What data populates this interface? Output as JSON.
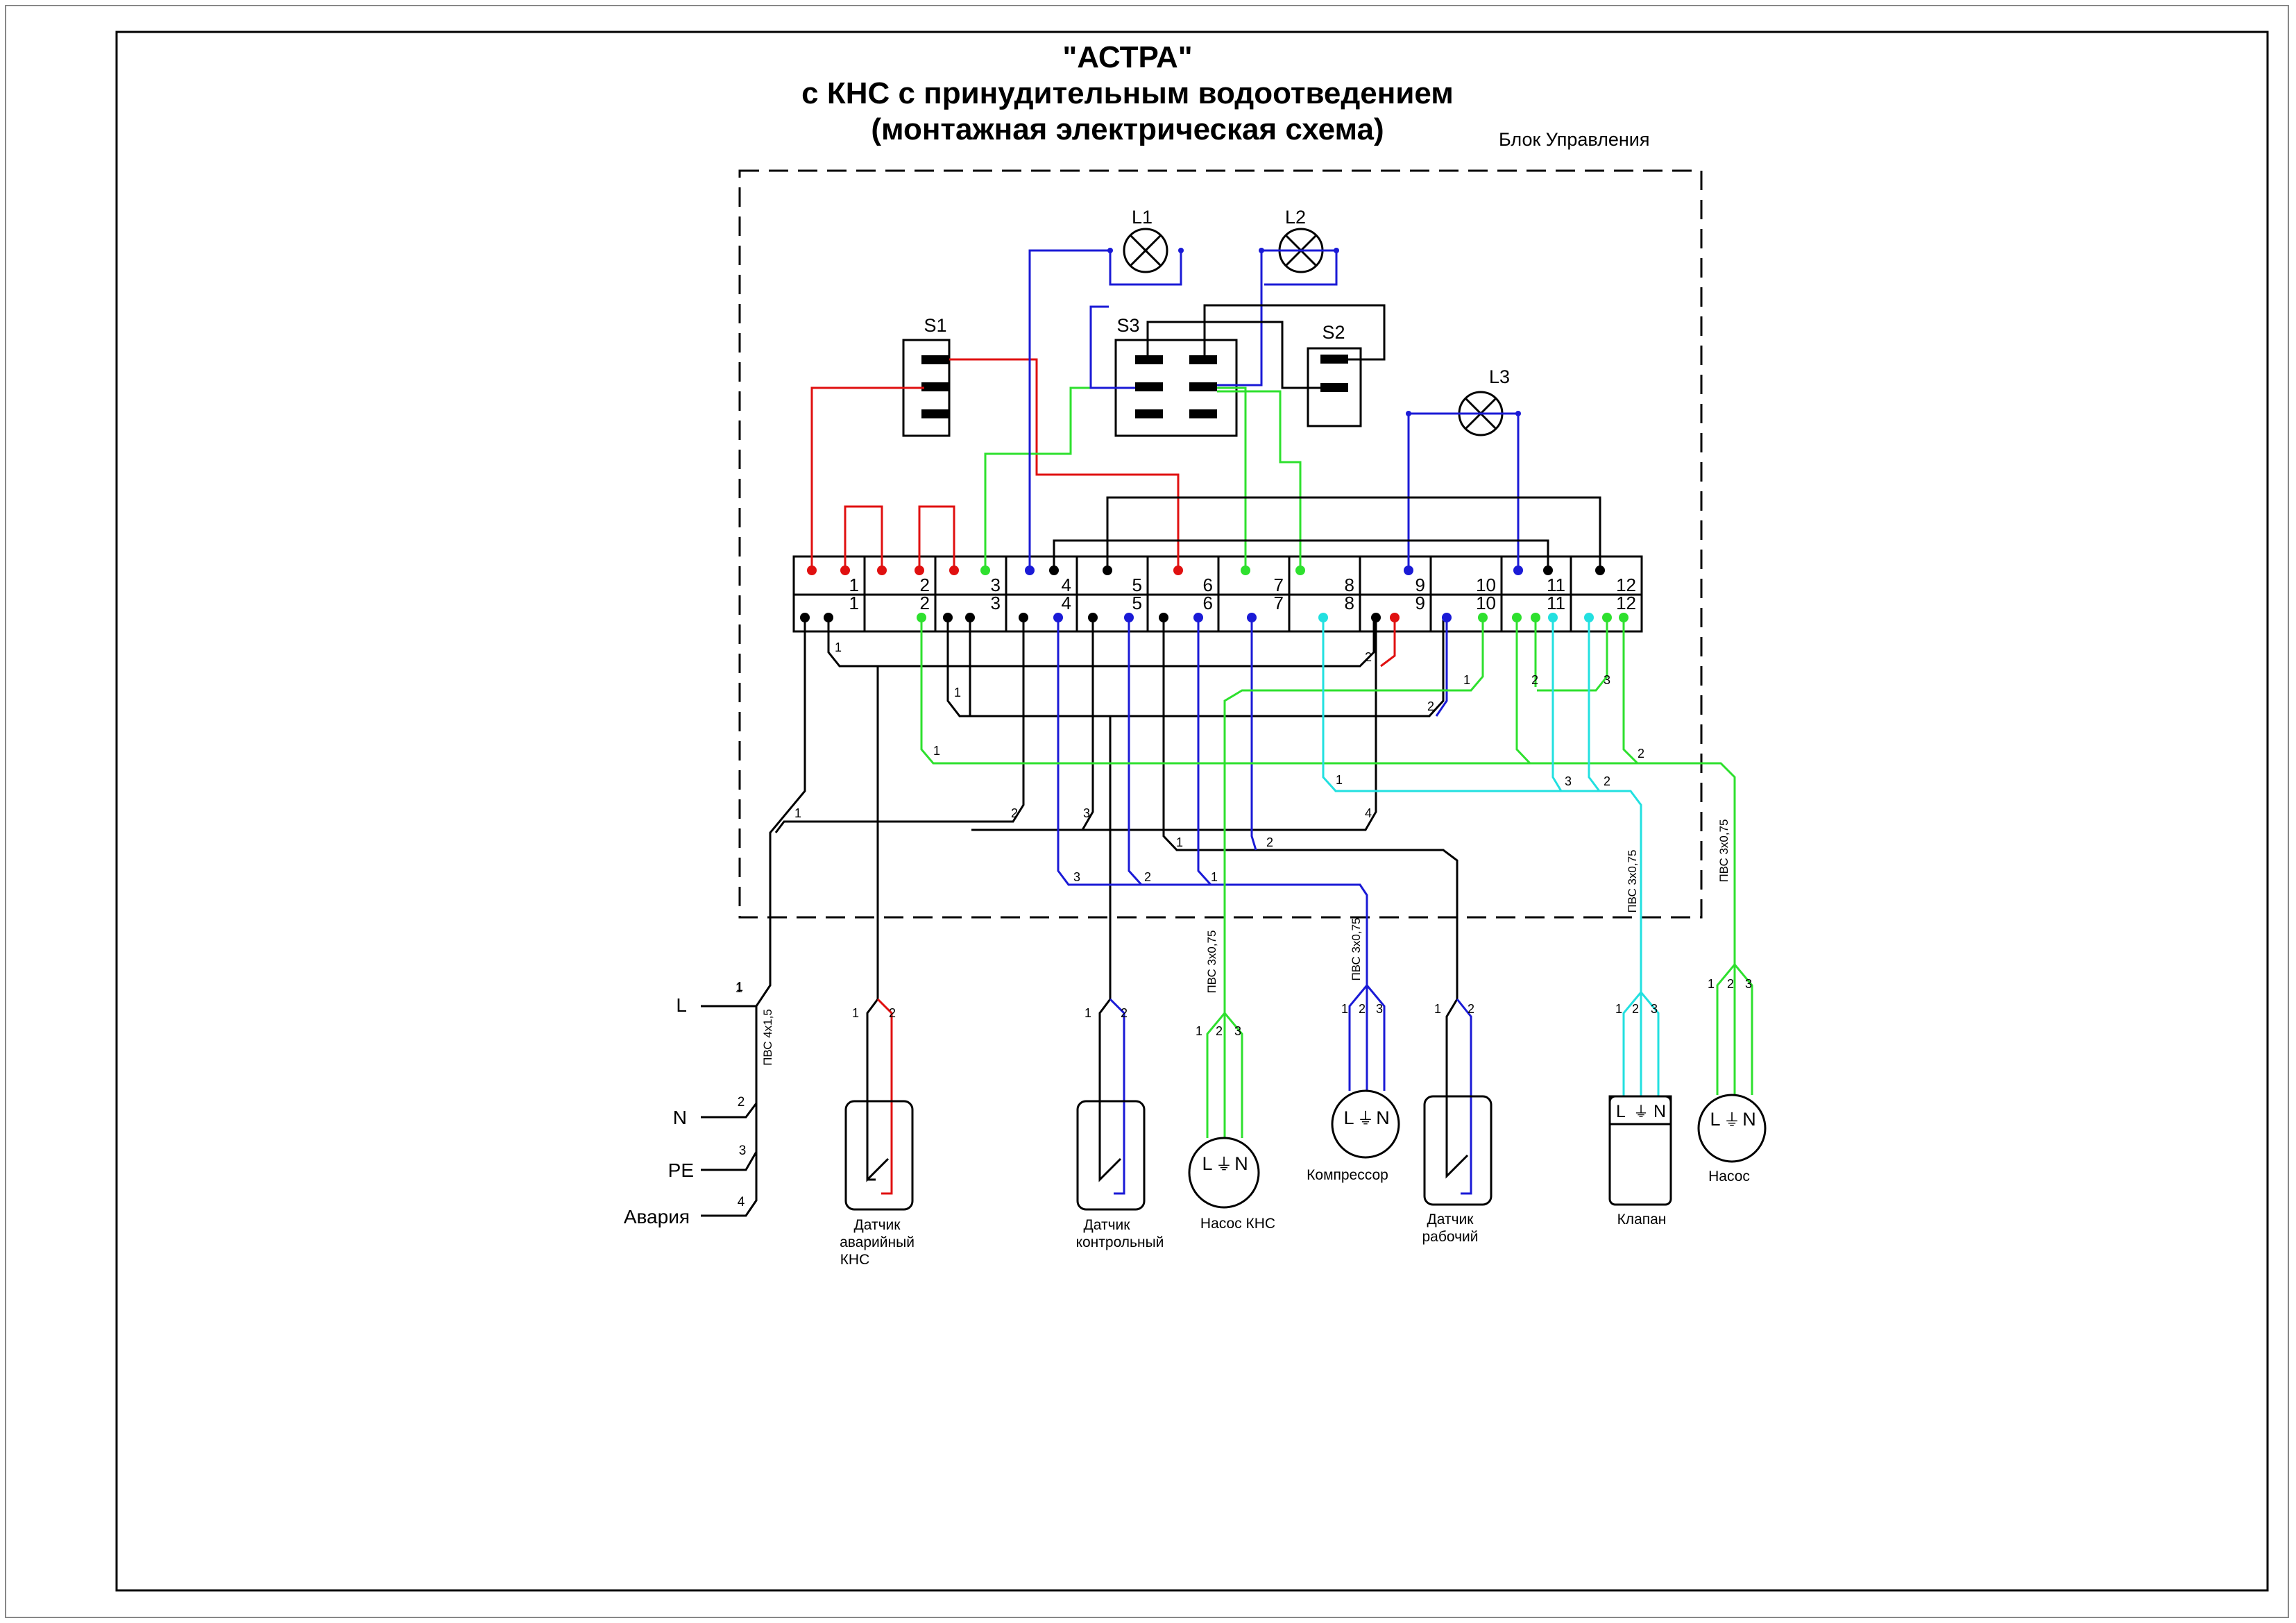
{
  "title": {
    "line1": "\"АСТРА\"",
    "line2": "с КНС с принудительным водоотведением",
    "line3": "(монтажная электрическая схема)"
  },
  "control_block": {
    "label": "Блок Управления"
  },
  "components": {
    "s1": "S1",
    "s2": "S2",
    "s3": "S3",
    "l1": "L1",
    "l2": "L2",
    "l3": "L3"
  },
  "terminals": {
    "numbers": [
      "1",
      "2",
      "3",
      "4",
      "5",
      "6",
      "7",
      "8",
      "9",
      "10",
      "11",
      "12"
    ]
  },
  "inputs": {
    "l": "L",
    "n": "N",
    "pe": "PE",
    "alarm": "Авария",
    "cable": "ПВС 4х1,5",
    "pins": [
      "1",
      "2",
      "3",
      "4"
    ]
  },
  "devices": {
    "sensor_alarm": [
      "Датчик",
      "аварийный",
      "КНС"
    ],
    "sensor_control": [
      "Датчик",
      "контрольный"
    ],
    "pump_kns": "Насос КНС",
    "compressor": "Компрессор",
    "sensor_work": [
      "Датчик",
      "рабочий"
    ],
    "valve": "Клапан",
    "pump": "Насос"
  },
  "motor_terminals": {
    "l": "L",
    "n": "N",
    "pe_symbol": "⏚"
  },
  "cable_labels": {
    "pvs_3x075": "ПВС 3х0,75"
  },
  "wire_numbers": [
    "1",
    "2",
    "3",
    "4"
  ],
  "colors": {
    "black": "#000000",
    "red": "#e01010",
    "blue": "#1a1ad6",
    "green": "#2ee02e",
    "cyan": "#22e0e0"
  }
}
